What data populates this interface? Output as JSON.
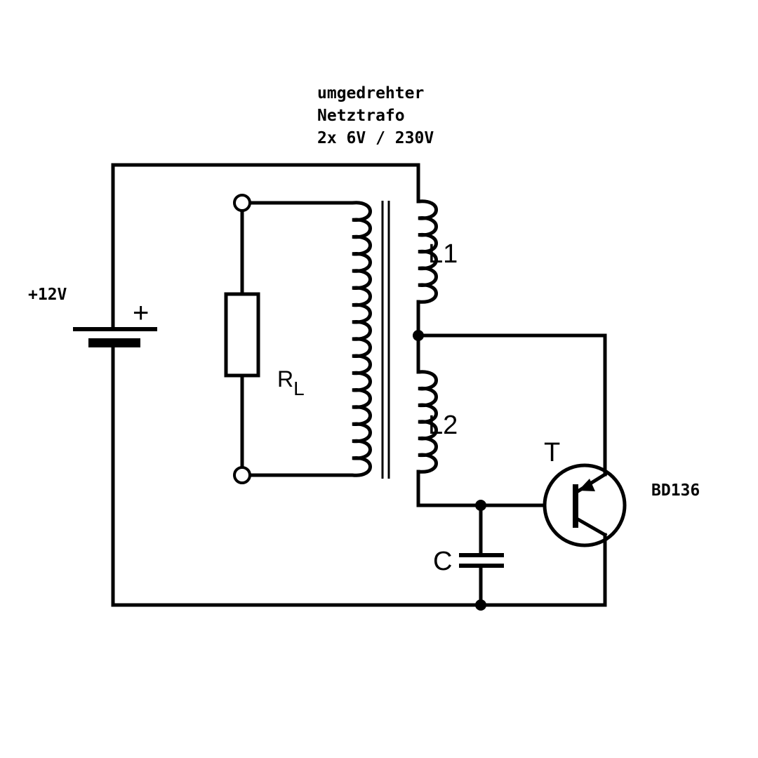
{
  "transformer": {
    "title_line1": "umgedrehter",
    "title_line2": "Netztrafo",
    "title_line3": "2x 6V / 230V",
    "primary_label": "L1",
    "secondary_label": "L2"
  },
  "battery": {
    "voltage_label": "+12V",
    "plus_sign": "+"
  },
  "load": {
    "resistor_symbol": "R",
    "resistor_subscript": "L"
  },
  "transistor": {
    "symbol": "T",
    "part_number": "BD136"
  },
  "capacitor": {
    "symbol": "C"
  },
  "colors": {
    "line": "#000000",
    "background": "#ffffff"
  }
}
